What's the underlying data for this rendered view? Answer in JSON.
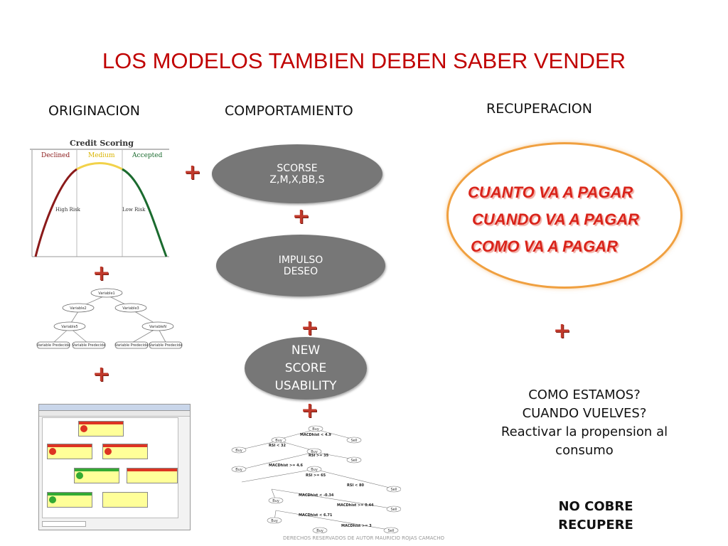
{
  "slide": {
    "title": "LOS MODELOS TAMBIEN DEBEN SABER VENDER",
    "footer": "DERECHOS RESERVADOS DE AUTOR MAURICIO ROJAS CAMACHO"
  },
  "columns": {
    "originacion": "ORIGINACION",
    "comportamiento": "COMPORTAMIENTO",
    "recuperacion": "RECUPERACION"
  },
  "plus_symbol": "+",
  "credit_scoring": {
    "title": "Credit Scoring",
    "declined": "Declined",
    "medium": "Medium",
    "accepted": "Accepted",
    "high_risk": "High Risk",
    "low_risk": "Low Risk"
  },
  "variable_tree": {
    "root": "Variable1",
    "left": "Variable2",
    "right": "Variable3",
    "left_child": "Variable5",
    "right_child": "VariableN",
    "leaves": [
      "Variable Predecida",
      "Variable Predecida",
      "Variable Predecida",
      "Variable Predecida"
    ]
  },
  "ovals": {
    "scorse_line1": "SCORSE",
    "scorse_line2": "Z,M,X,BB,S",
    "impulso_line1": "IMPULSO",
    "impulso_line2": "DESEO",
    "new_line1": "NEW",
    "new_line2": "SCORE",
    "new_line3": "USABILITY"
  },
  "recuperacion_questions": {
    "q1": "CUANTO VA A PAGAR",
    "q2": "CUANDO VA A PAGAR",
    "q3": "COMO VA A PAGAR"
  },
  "bottom_right": {
    "line1": "COMO ESTAMOS?",
    "line2": "CUANDO VUELVES?",
    "line3": "Reactivar la propension al",
    "line4": "consumo",
    "bold1": "NO COBRE",
    "bold2": "RECUPERE"
  },
  "trading_tree": {
    "buy": "Buy",
    "sell": "Sell",
    "rules": [
      "MACDhist < 4.9",
      "RSI < 32",
      "RSI >= 35",
      "MACDhist >= 4.6",
      "RSI >= 65",
      "RSI < 80",
      "MACDhist < -0.34",
      "MACDhist >= 0.44",
      "MACDhist < 6.71",
      "MACDhist >= 3"
    ]
  },
  "colors": {
    "title": "#c00000",
    "plus": "#c0392b",
    "oval": "#777777",
    "orange_border": "#f0a040",
    "questions": "#d9231a",
    "curve_left": "#8b1a1a",
    "curve_mid": "#f2d24a",
    "curve_right": "#1b6b2f"
  }
}
